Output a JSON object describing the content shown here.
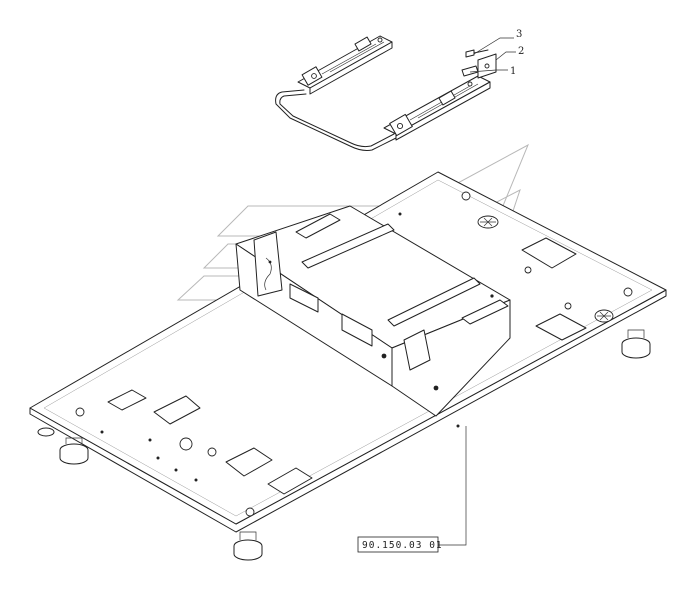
{
  "callouts": [
    {
      "number": "3"
    },
    {
      "number": "2"
    },
    {
      "number": "1"
    }
  ],
  "reference_code": "90.150.03 01"
}
